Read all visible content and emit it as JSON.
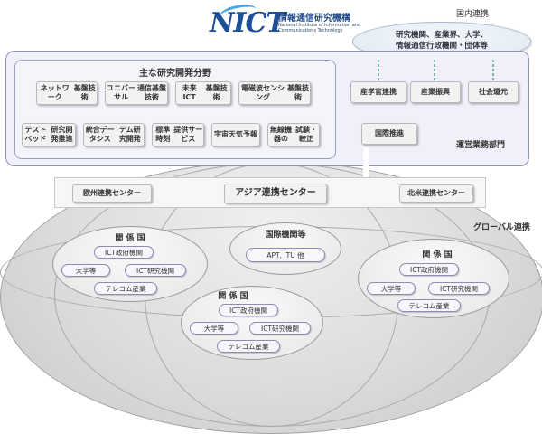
{
  "logo": {
    "mark": "NICT",
    "name_ja": "情報通信研究機構",
    "name_en": "National Institute of Information and Communications Technology"
  },
  "domestic": {
    "title": "国内連携",
    "cloud_line1": "研究機関、産業界、大学、",
    "cloud_line2": "情報通信行政機関・団体等"
  },
  "research": {
    "title": "主な研究開発分野",
    "row1": [
      {
        "l1": "ネットワーク",
        "l2": "基盤技術"
      },
      {
        "l1": "ユニバーサル",
        "l2": "通信基盤技術"
      },
      {
        "l1": "未来ICT",
        "l2": "基盤技術"
      },
      {
        "l1": "電磁波センシング",
        "l2": "基盤技術"
      }
    ],
    "row2": [
      {
        "l1": "テストベッド",
        "l2": "研究開発推進"
      },
      {
        "l1": "統合データシス",
        "l2": "テム研究開発"
      },
      {
        "l1": "標準時刻",
        "l2": "提供サービス"
      },
      {
        "l1": "宇宙天気",
        "l2": "予報"
      },
      {
        "l1": "無線機器の",
        "l2": "試験・較正"
      }
    ]
  },
  "operations": {
    "label": "運営業務部門",
    "items": [
      "産学官連携",
      "産業振興",
      "社会還元"
    ],
    "intl": "国際推進"
  },
  "centers": {
    "europe": "欧州連携センター",
    "asia": "アジア連携センター",
    "namerica": "北米連携センター"
  },
  "global_label": "グローバル連携",
  "clusters": {
    "left": {
      "title": "関 係 国",
      "gov": "ICT政府機関",
      "univ": "大学等",
      "lab": "ICT研究機関",
      "telecom": "テレコム産業"
    },
    "center": {
      "title": "関 係 国",
      "gov": "ICT政府機関",
      "univ": "大学等",
      "lab": "ICT研究機関",
      "telecom": "テレコム産業"
    },
    "right": {
      "title": "関 係 国",
      "gov": "ICT政府機関",
      "univ": "大学等",
      "lab": "ICT研究機関",
      "telecom": "テレコム産業"
    },
    "intl_org": {
      "title": "国際機関等",
      "item": "APT, ITU 他"
    }
  },
  "colors": {
    "accent": "#1d4e9a",
    "panel_border": "#8a93b5",
    "connector": "#7fb2a8"
  }
}
